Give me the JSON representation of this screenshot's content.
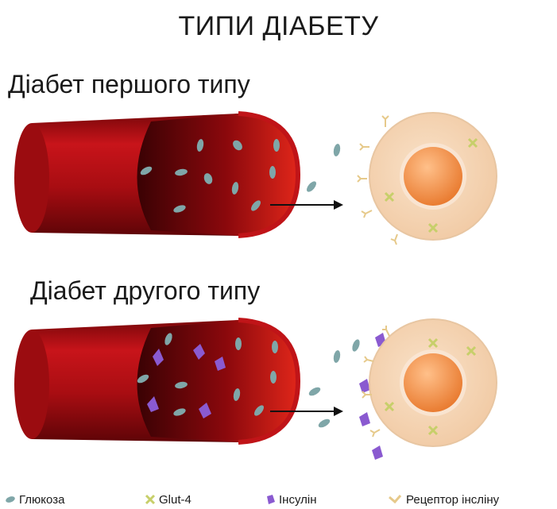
{
  "title": "ТИПИ ДІАБЕТУ",
  "sections": [
    {
      "label": "Діабет першого типу"
    },
    {
      "label": "Діабет другого типу"
    }
  ],
  "legend": {
    "glucose": "Глюкоза",
    "glut4": "Glut-4",
    "insulin": "Інсулін",
    "receptor": "Рецептор інсліну"
  },
  "colors": {
    "vessel": "#b80f14",
    "vessel_dark": "#6e0508",
    "glucose": "#7fa6a8",
    "insulin": "#8a5ad0",
    "cell": "#f6d7b8",
    "nucleus": "#f08a3c",
    "glut4": "#c7cf6a",
    "receptor": "#e6c98a"
  }
}
